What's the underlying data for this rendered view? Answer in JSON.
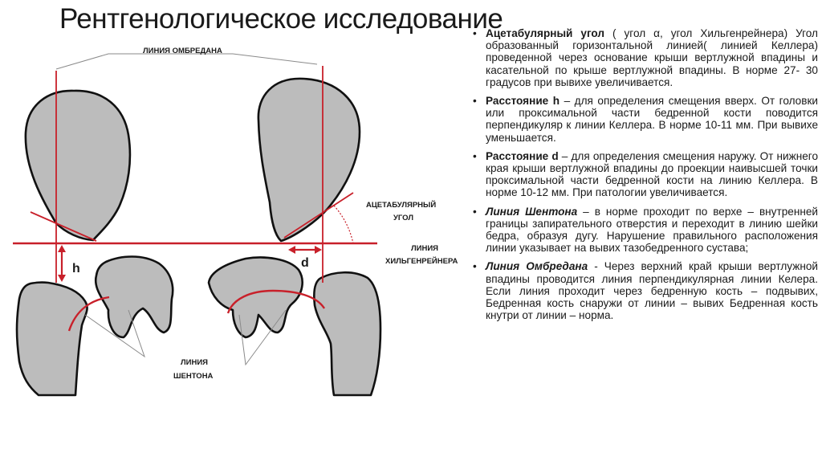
{
  "title": "Рентгенологическое исследование",
  "diagram": {
    "labels": {
      "ombredan": "ЛИНИЯ ОМБРЕДАНА",
      "acetab_1": "АЦЕТАБУЛЯРНЫЙ",
      "acetab_2": "УГОЛ",
      "hilg_1": "ЛИНИЯ",
      "hilg_2": "ХИЛЬГЕНРЕЙНЕРА",
      "shenton_1": "ЛИНИЯ",
      "shenton_2": "ШЕНТОНА",
      "h": "h",
      "d": "d"
    },
    "colors": {
      "accent": "#c8202a",
      "bone": "#bcbcbc",
      "outline": "#111111"
    }
  },
  "items": [
    {
      "term": "Ацетабулярный угол",
      "italic": false,
      "text": " ( угол α, угол Хильгенрейнера) Угол образованный горизонтальной линией( линией Келлера) проведенной через основание крыши вертлужной впадины и касательной по крыше вертлужной впадины. В норме 27- 30 градусов при вывихе увеличивается."
    },
    {
      "term": "Расстояние h",
      "italic": false,
      "text": " – для определения смещения вверх. От головки или проксимальной части бедренной кости поводится перпендикуляр к линии Келлера. В норме 10-11 мм. При вывихе уменьшается."
    },
    {
      "term": "Расстояние d",
      "italic": false,
      "text": " – для определения смещения наружу. От нижнего края крыши вертлужной впадины до проекции наивысшей точки проксимальной части бедренной кости на линию Келлера. В норме 10-12 мм. При патологии увеличивается."
    },
    {
      "term": "Линия Шентона",
      "italic": true,
      "text": " – в норме проходит по верхе – внутренней границы запирательного отверстия и переходит в линию шейки бедра, образуя дугу. Нарушение правильного расположения линии указывает на вывих тазобедренного сустава;"
    },
    {
      "term": "Линия Омбредана",
      "italic": true,
      "text": " - Через верхний край крыши вертлужной впадины проводится линия перпендикулярная линии Келера. Если линия проходит через бедренную кость – подвывих, Бедренная кость снаружи от линии – вывих Бедренная кость кнутри от линии – норма."
    }
  ]
}
